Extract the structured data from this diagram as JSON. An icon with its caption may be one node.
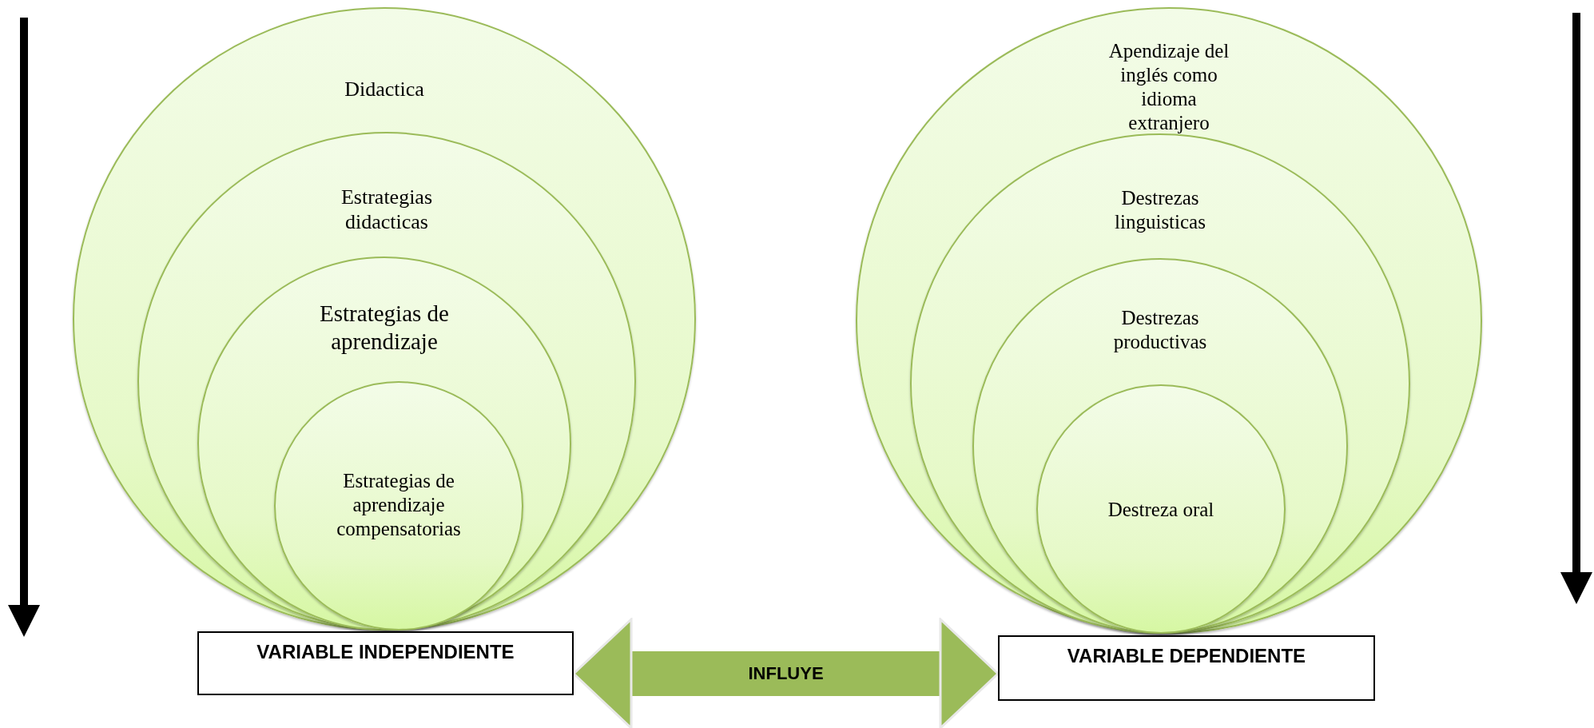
{
  "diagram": {
    "nodes": [
      {
        "text": [
          "Didactica"
        ]
      },
      {
        "text": [
          "Estrategias didacticas"
        ],
        "in": 0
      },
      {
        "text": [
          "Estrategias de aprendizaje"
        ],
        "in": 1
      },
      {
        "text": [
          "Estrategias de aprendizaje compensatorias"
        ],
        "in": 2
      },
      {
        "text": [
          "VARIABLE INDEPENDIENTE"
        ]
      },
      {
        "text": [
          "Apendizaje del inglés como idioma extranjero"
        ]
      },
      {
        "text": [
          "Destrezas linguisticas"
        ],
        "in": 5
      },
      {
        "text": [
          "Destrezas productivas"
        ],
        "in": 6
      },
      {
        "text": [
          "Destreza oral"
        ],
        "in": 7
      },
      {
        "text": [
          "VARIABLE DEPENDIENTE"
        ]
      }
    ],
    "edges": [
      {
        "from": 4,
        "to": 9,
        "arrow": "both",
        "label": "INFLUYE",
        "color": "#9bbb59"
      }
    ]
  }
}
